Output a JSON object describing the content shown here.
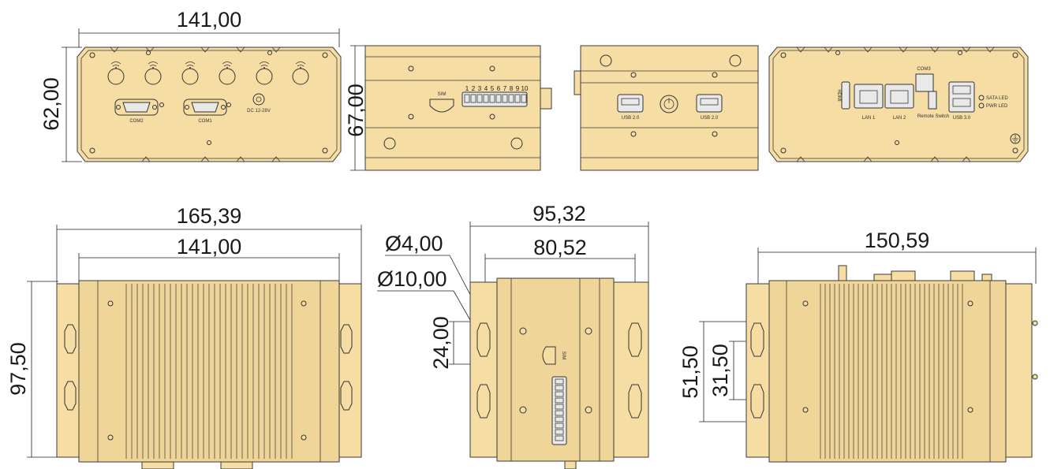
{
  "dimensions": {
    "top_width_front": "141,00",
    "front_height": "62,00",
    "side_height": "67,00",
    "bottom_total_width": "165,39",
    "bottom_inner_width": "141,00",
    "bottom_depth": "97,50",
    "side_total_width": "95,32",
    "side_inner_width": "80,52",
    "slot_small_dia": "Ø4,00",
    "slot_large_dia": "Ø10,00",
    "slot_spacing": "24,00",
    "rear_total_width": "150,59",
    "rear_slot_outer": "51,50",
    "rear_slot_inner": "31,50"
  },
  "front_panel": {
    "com2": "COM2",
    "com1": "COM1",
    "dc_in": "DC 12-28V"
  },
  "side_panel": {
    "sim": "SIM",
    "pin_numbers": [
      "1",
      "2",
      "3",
      "4",
      "5",
      "6",
      "7",
      "8",
      "9",
      "10"
    ]
  },
  "usb_panel": {
    "usb_left": "USB 2.0",
    "usb_right": "USB 2.0"
  },
  "rear_panel": {
    "hdmi": "HDMI",
    "lan1": "LAN 1",
    "lan2": "LAN 2",
    "com3": "COM3",
    "remote_switch": "Remote Switch",
    "usb3": "USB 3.0",
    "sata_led": "SATA LED",
    "pwr_led": "PWR LED"
  },
  "colors": {
    "body": "#f5dda4",
    "outline": "#3a3a3a"
  }
}
